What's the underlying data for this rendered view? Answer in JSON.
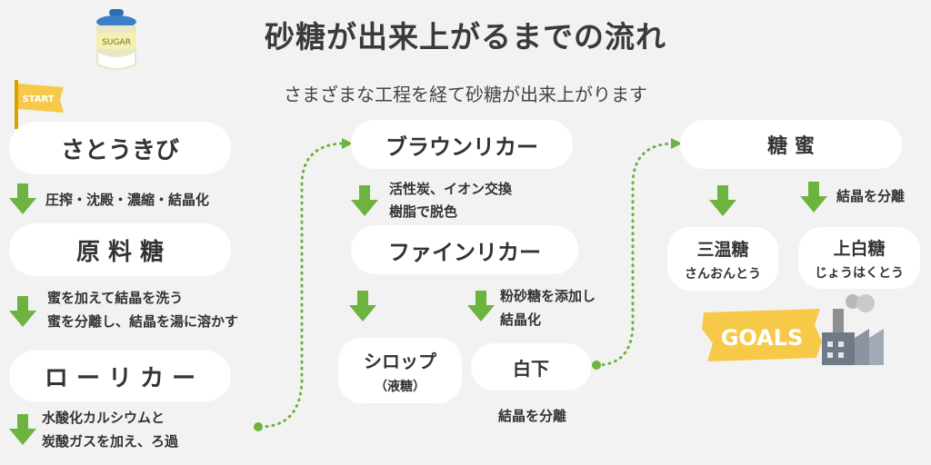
{
  "title": "砂糖が出来上がるまでの流れ",
  "subtitle": "さまざまな工程を経て砂糖が出来上がります",
  "jar_label": "SUGAR",
  "start_flag": "START",
  "goals_label": "GOALS",
  "colors": {
    "arrow": "#6db33f",
    "dots": "#6db33f",
    "goals": "#f7c948",
    "node": "#ffffff"
  },
  "nodes": {
    "satoukibi": "さとうきび",
    "genryoutou": "原 料 糖",
    "roririka": "ロ ー リ カ ー",
    "brown": "ブラウンリカー",
    "fine": "ファインリカー",
    "syrup": "シロップ",
    "syrup_sub": "（液糖）",
    "shiroshita": "白下",
    "toumitsu": "糖 蜜",
    "sanontou": "三温糖",
    "sanontou_reading": "さんおんとう",
    "jouhakutou": "上白糖",
    "jouhakutou_reading": "じょうはくとう"
  },
  "steps": {
    "s1": "圧搾・沈殿・濃縮・結晶化",
    "s2_line1": "蜜を加えて結晶を洗う",
    "s2_line2": "蜜を分離し、結晶を湯に溶かす",
    "s3_line1": "水酸化カルシウムと",
    "s3_line2": "炭酸ガスを加え、ろ過",
    "s4_line1": "活性炭、イオン交換",
    "s4_line2": "樹脂で脱色",
    "s5_line1": "粉砂糖を添加し",
    "s5_line2": "結晶化",
    "s6": "結晶を分離",
    "s7": "結晶を分離"
  }
}
